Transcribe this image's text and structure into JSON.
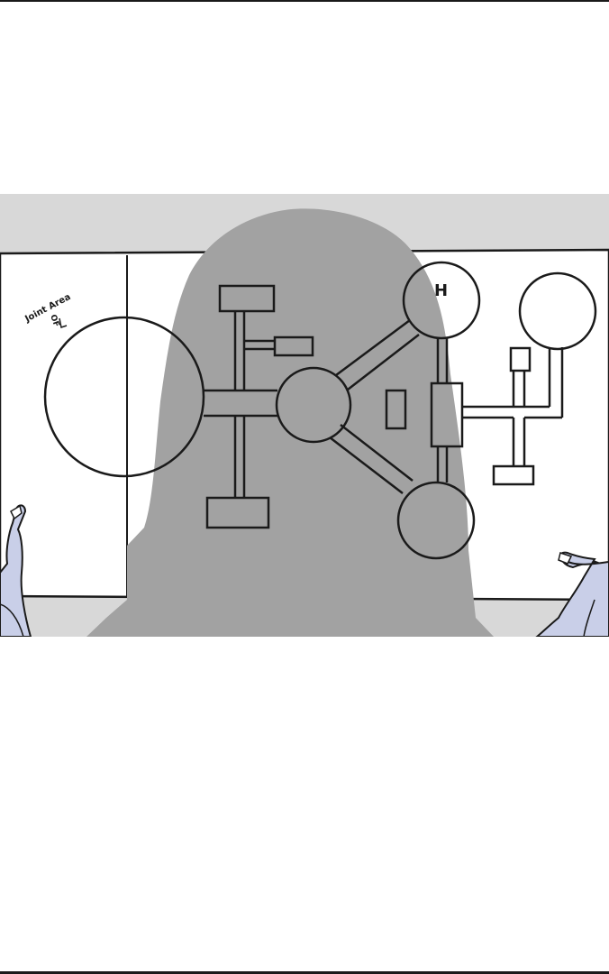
{
  "comic_panel": {
    "background_gray": "#d8d8d8",
    "silhouette_color": "#a2a2a2",
    "line_color": "#1a1a1a",
    "paper_color": "#ffffff",
    "hand_color": "#c9cfe8",
    "handwritten_note": "Joint Area",
    "handwritten_mark": "OF",
    "room_label": "H"
  }
}
